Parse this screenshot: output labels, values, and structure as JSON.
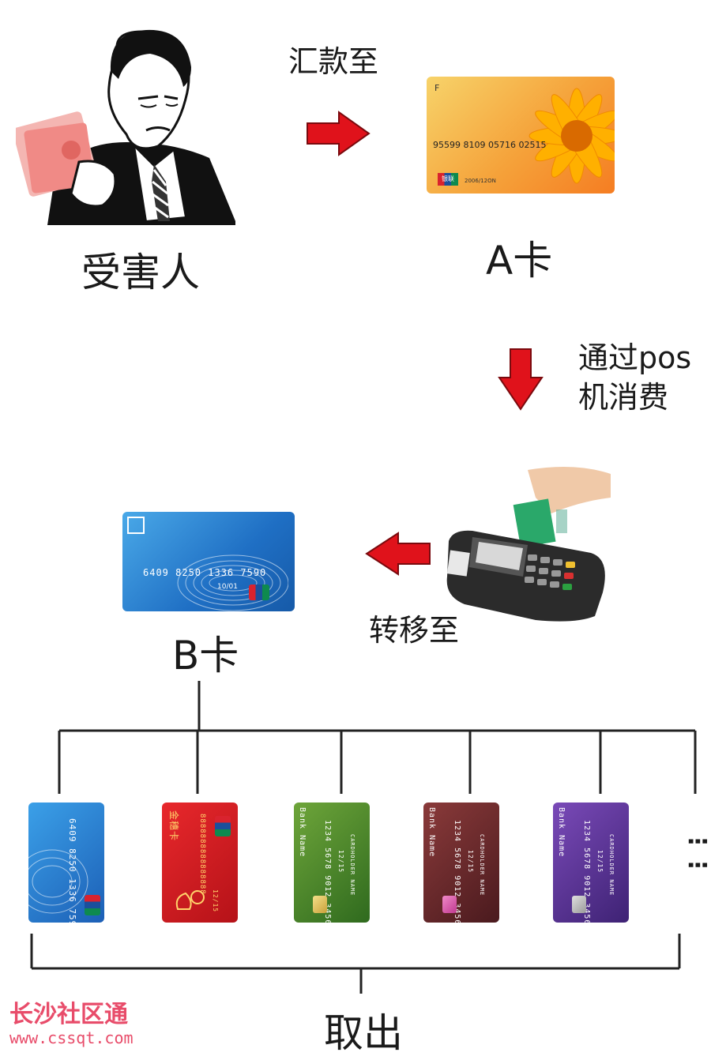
{
  "nodes": {
    "victim": "受害人",
    "card_a": "A卡",
    "card_b": "B卡",
    "withdraw": "取出"
  },
  "edges": {
    "transfer_to": "汇款至",
    "pos_line1": "通过pos",
    "pos_line2": "机消费",
    "move_to": "转移至"
  },
  "cards": {
    "a_number": "95599 8109 05716 02515",
    "a_issuer": "F",
    "a_up": "银联",
    "a_date": "2006/12ON",
    "b_number": "6409 8250 1336 7590",
    "b_date": "10/01",
    "red_label": "金穗卡",
    "red_number": "8888888888888888",
    "red_date": "12/15",
    "green_brand": "Bank Name",
    "green_number": "1234 5678 9012 3456",
    "green_date": "12/15",
    "green_holder": "CARDHOLDER NAME"
  },
  "ellipsis": "⋮⋮",
  "watermark": {
    "title": "长沙社区通",
    "url": "www.cssqt.com"
  },
  "colors": {
    "arrow": "#e0121b",
    "watermark": "#e84c6a",
    "line": "#222222"
  },
  "icons": [
    "victim-figure-icon",
    "arrow-right-icon",
    "arrow-down-icon",
    "arrow-left-icon",
    "pos-terminal-icon",
    "bank-card-icon"
  ]
}
